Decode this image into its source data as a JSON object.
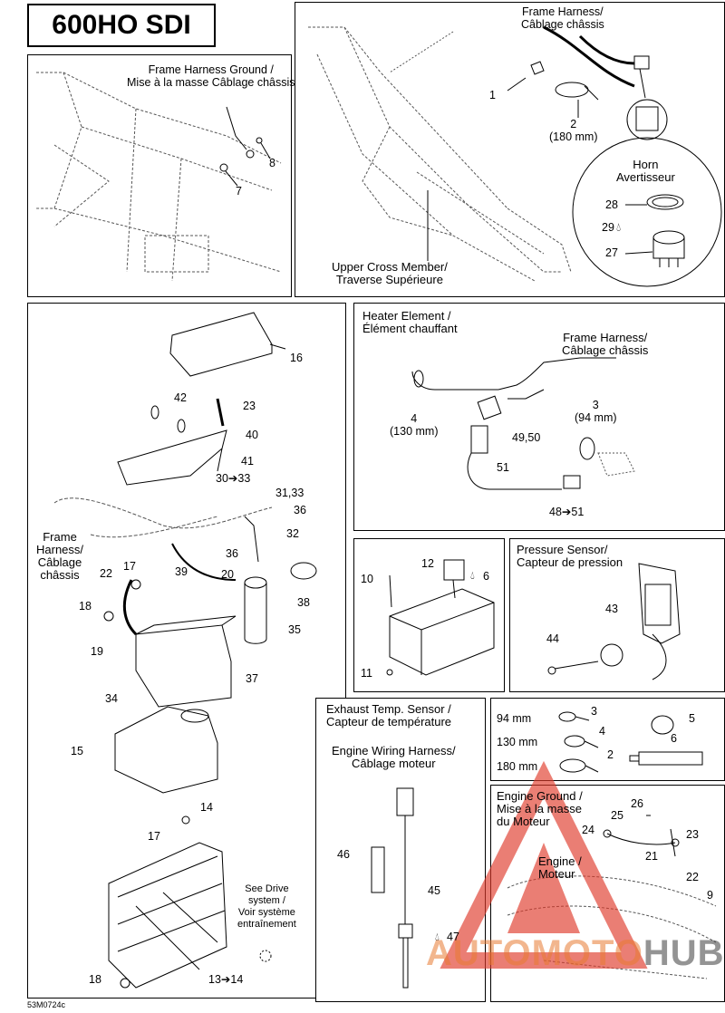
{
  "title": "600HO SDI",
  "footer_code": "53M0724c",
  "labels": {
    "frame_harness_ground": "Frame Harness Ground /\nMise à la masse Câblage châssis",
    "frame_harness_top": "Frame Harness/\nCâblage châssis",
    "horn": "Horn\nAvertisseur",
    "upper_cross_member": "Upper Cross Member/\nTraverse Supérieure",
    "heater_element": "Heater Element /\nÉlément chauffant",
    "frame_harness_heater": "Frame Harness/\nCâblage châssis",
    "frame_harness_left": "Frame\nHarness/\nCâblage\nchâssis",
    "pressure_sensor": "Pressure Sensor/\nCapteur de pression",
    "exhaust_temp_sensor": "Exhaust Temp. Sensor /\nCapteur de température",
    "engine_wiring_harness": "Engine Wiring Harness/\nCâblage moteur",
    "engine_ground": "Engine Ground /\nMise à la masse\ndu Moteur",
    "engine": "Engine /\nMoteur",
    "see_drive_system": "See Drive\nsystem /\nVoir système\nentraînement"
  },
  "callouts": {
    "c1": "1",
    "c2": "2\n(180 mm)",
    "c7": "7",
    "c8": "8",
    "c28": "28",
    "c29": "29",
    "c27": "27",
    "c16": "16",
    "c42": "42",
    "c23a": "23",
    "c40": "40",
    "c41": "41",
    "c30": "30➔33",
    "c31": "31,33",
    "c36a": "36",
    "c32": "32",
    "c17a": "17",
    "c22a": "22",
    "c39": "39",
    "c20": "20",
    "c36b": "36",
    "c38": "38",
    "c18a": "18",
    "c19": "19",
    "c35": "35",
    "c37": "37",
    "c34": "34",
    "c15": "15",
    "c14": "14",
    "c17b": "17",
    "c13": "13➔14",
    "c18b": "18",
    "c4a": "4\n(130 mm)",
    "c3a": "3\n(94 mm)",
    "c49": "49,50",
    "c51": "51",
    "c48": "48➔51",
    "c10": "10",
    "c12": "12",
    "c6a": "6",
    "c11": "11",
    "c43": "43",
    "c44": "44",
    "c46": "46",
    "c45": "45",
    "c47": "47",
    "c3b": "3",
    "c4b": "4",
    "c2b": "2",
    "c5": "5",
    "c6b": "6",
    "mm94": "94 mm",
    "mm130": "130 mm",
    "mm180": "180 mm",
    "c26": "26",
    "c25": "25",
    "c24": "24",
    "c23b": "23",
    "c21": "21",
    "c22b": "22",
    "c9": "9"
  },
  "watermark": {
    "main": "AUTOMOTO",
    "suffix": "HUB"
  },
  "colors": {
    "watermark_red": "#e03a2a",
    "watermark_orange": "#e87a32"
  }
}
